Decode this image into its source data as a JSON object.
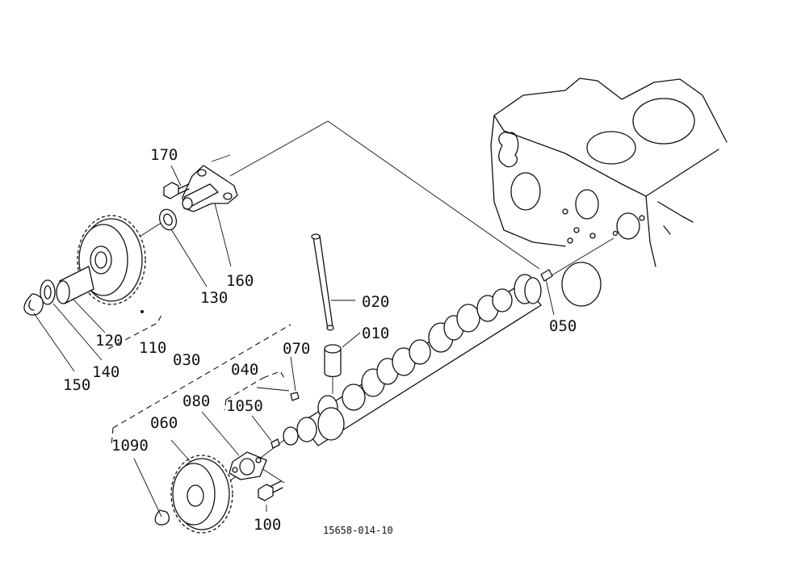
{
  "labels": {
    "p010": "010",
    "p020": "020",
    "p030": "030",
    "p040": "040",
    "p050": "050",
    "p060": "060",
    "p070": "070",
    "p080": "080",
    "p090": "1090",
    "p100": "100",
    "p105": "1050",
    "p110": "110",
    "p120": "120",
    "p130": "130",
    "p140": "140",
    "p150": "150",
    "p160": "160",
    "p170": "170"
  },
  "reference_number": "15658-014-10"
}
